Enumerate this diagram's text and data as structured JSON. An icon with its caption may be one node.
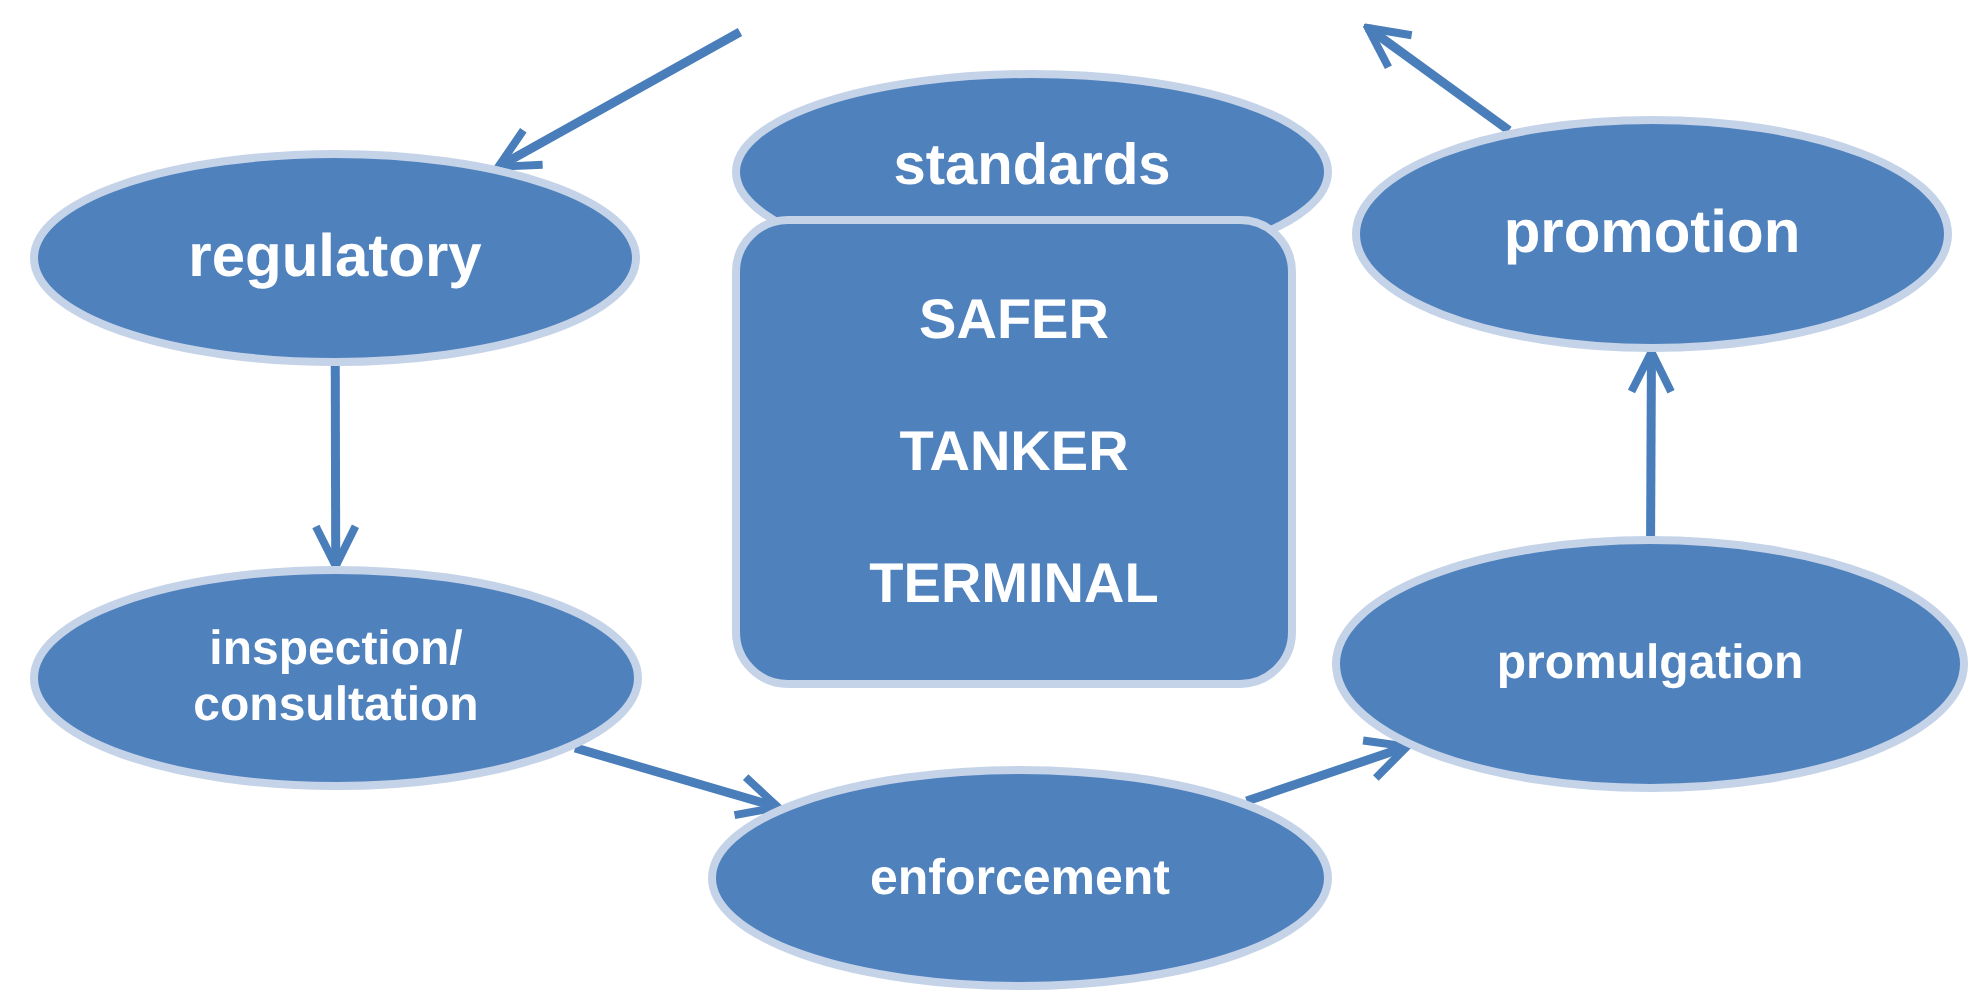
{
  "diagram": {
    "nodes": [
      {
        "text": [
          "regulatory"
        ]
      },
      {
        "text": [
          "standards"
        ]
      },
      {
        "text": [
          "SAFER",
          "TANKER",
          "TERMINAL"
        ]
      },
      {
        "text": [
          "promotion"
        ]
      },
      {
        "text": [
          "inspection/ consultation"
        ]
      },
      {
        "text": [
          "promulgation"
        ]
      },
      {
        "text": [
          "enforcement"
        ]
      }
    ],
    "edges": [
      {
        "from": null,
        "to": 0,
        "arrow": "to"
      },
      {
        "from": 0,
        "to": 4,
        "arrow": "to"
      },
      {
        "from": 4,
        "to": 6,
        "arrow": "to"
      },
      {
        "from": 6,
        "to": 5,
        "arrow": "to"
      },
      {
        "from": 5,
        "to": 3,
        "arrow": "to"
      },
      {
        "from": 3,
        "to": null,
        "arrow": "to"
      }
    ]
  }
}
